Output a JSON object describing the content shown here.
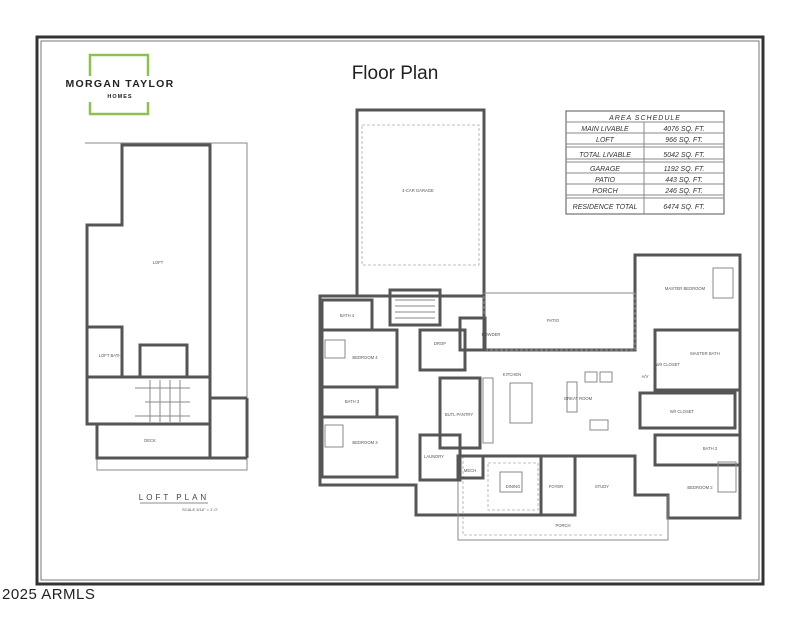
{
  "logo": {
    "name": "MORGAN TAYLOR",
    "sub": "HOMES",
    "accent_color": "#8cc152"
  },
  "title": "Floor Plan",
  "area_schedule": {
    "heading": "AREA SCHEDULE",
    "rows": [
      {
        "label": "MAIN LIVABLE",
        "value": "4076 SQ. FT."
      },
      {
        "label": "LOFT",
        "value": "966 SQ. FT."
      },
      {
        "label": "TOTAL LIVABLE",
        "value": "5042 SQ. FT."
      },
      {
        "label": "GARAGE",
        "value": "1192 SQ. FT."
      },
      {
        "label": "PATIO",
        "value": "443 SQ. FT."
      },
      {
        "label": "PORCH",
        "value": "246 SQ. FT."
      },
      {
        "label": "RESIDENCE TOTAL",
        "value": "6474 SQ. FT."
      }
    ]
  },
  "loft_plan": {
    "title": "LOFT PLAN",
    "scale": "SCALE 3/16\" = 1'-0\"",
    "rooms": {
      "loft": "LOFT",
      "loft_bath": "LOFT BATH",
      "deck": "DECK"
    }
  },
  "main_plan": {
    "rooms": {
      "garage": "4-CAR GARAGE",
      "bath_a": "BATH 4",
      "bedroom_a": "BEDROOM 4",
      "bath_b": "BATH 3",
      "bedroom_b": "BEDROOM 3",
      "drop": "DROP",
      "powder": "POWDER",
      "patio": "PATIO",
      "kitchen": "KITCHEN",
      "great_room": "GREAT ROOM",
      "pantry": "BUTL PANTRY",
      "laundry": "LAUNDRY",
      "mech": "MECH",
      "dining": "DINING",
      "foyer": "FOYER",
      "study": "STUDY",
      "porch": "PORCH",
      "master_bedroom": "MASTER BEDROOM",
      "master_bath": "MASTER BATH",
      "wi_closet": "W/I CLOSET",
      "wi_closet_2": "W/I CLOSET",
      "av": "A/V",
      "bath_2": "BATH 2",
      "bedroom_2": "BEDROOM 2"
    }
  },
  "copyright": "2025 ARMLS"
}
